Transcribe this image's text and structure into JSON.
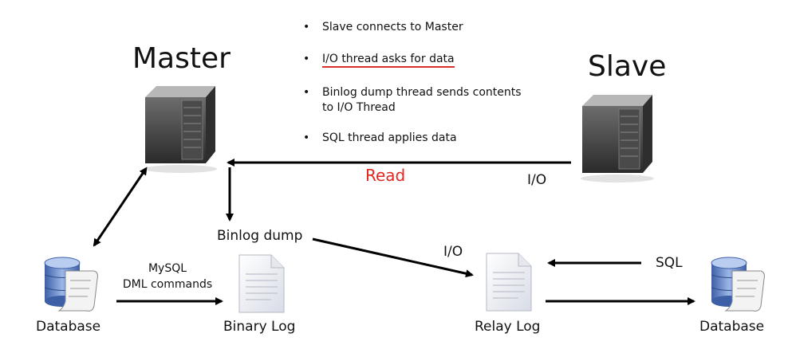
{
  "master": {
    "title": "Master"
  },
  "slave": {
    "title": "Slave"
  },
  "steps": [
    {
      "text": "Slave connects to Master"
    },
    {
      "text": "I/O thread asks for data"
    },
    {
      "text": "Binlog dump thread sends contents to I/O Thread"
    },
    {
      "text": "SQL thread applies data"
    }
  ],
  "bullet_glyph": "•",
  "labels": {
    "read": "Read",
    "io_slave": "I/O",
    "binlog_dump": "Binlog dump",
    "io_relay": "I/O",
    "sql": "SQL",
    "mysql_dml_line1": "MySQL",
    "mysql_dml_line2": "DML commands",
    "binary_log": "Binary Log",
    "relay_log": "Relay Log",
    "database_left": "Database",
    "database_right": "Database"
  },
  "colors": {
    "accent_red": "#e3261f",
    "underline_red": "#d9302c",
    "arrow": "#000000",
    "server_dark": "#3a3a3a",
    "db_blue": "#5b7fc0"
  },
  "icons": {
    "master_server": "server-icon",
    "slave_server": "server-icon",
    "database_left": "database-icon",
    "database_right": "database-icon",
    "binary_log": "document-icon",
    "relay_log": "document-icon"
  }
}
